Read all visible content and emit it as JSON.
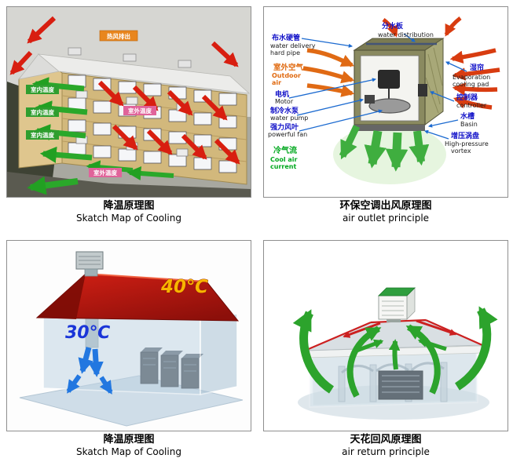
{
  "panels": {
    "cooling_sketch": {
      "caption_zh": "降温原理图",
      "caption_en": "Skatch Map of Cooling",
      "tags": {
        "exhaust": "热风排出",
        "indoor": "室内温度",
        "outdoor": "室外温度"
      }
    },
    "air_outlet": {
      "caption_zh": "环保空调出风原理图",
      "caption_en": "air outlet principle",
      "labels": {
        "water_pipe": {
          "zh": "布水硬管",
          "en": [
            "water delivery",
            "hard pipe"
          ]
        },
        "outdoor_air": {
          "zh": "室外空气",
          "en": [
            "Outdoor",
            "air"
          ]
        },
        "motor": {
          "zh": "电机",
          "en": [
            "Motor"
          ]
        },
        "water_pump": {
          "zh": "制冷水泵",
          "en": [
            "water pump"
          ]
        },
        "fan": {
          "zh": "强力风叶",
          "en": [
            "powerful fan"
          ]
        },
        "cool_air": {
          "zh": "冷气流",
          "en": [
            "Cool air",
            "current"
          ]
        },
        "water_distribution": {
          "zh": "分水板",
          "en": [
            "water distribution"
          ]
        },
        "cooling_pad": {
          "zh": "湿帘",
          "en": [
            "Evaporation",
            "cooling pad"
          ]
        },
        "controller": {
          "zh": "控制器",
          "en": [
            "controller"
          ]
        },
        "basin": {
          "zh": "水槽",
          "en": [
            "Basin"
          ]
        },
        "vortex": {
          "zh": "增压涡盘",
          "en": [
            "High-pressure",
            "vortex"
          ]
        }
      }
    },
    "cooling_house": {
      "caption_zh": "降温原理图",
      "caption_en": "Skatch Map of Cooling",
      "temp_outdoor": "40℃",
      "temp_indoor": "30℃"
    },
    "air_return": {
      "caption_zh": "天花回风原理图",
      "caption_en": "air return principle"
    }
  },
  "colors": {
    "hot_arrow_red": "#d81e10",
    "warm_arrow_orange": "#e06a14",
    "cool_arrow_green": "#2ca32c",
    "cold_arrow_blue": "#2277e0",
    "label_blue": "#1010c8",
    "label_green": "#00a81e",
    "label_orange": "#e06a10",
    "temp_outdoor_text": "#f8b400",
    "temp_indoor_text": "#1a35d8",
    "roof_red": "#a01208"
  }
}
